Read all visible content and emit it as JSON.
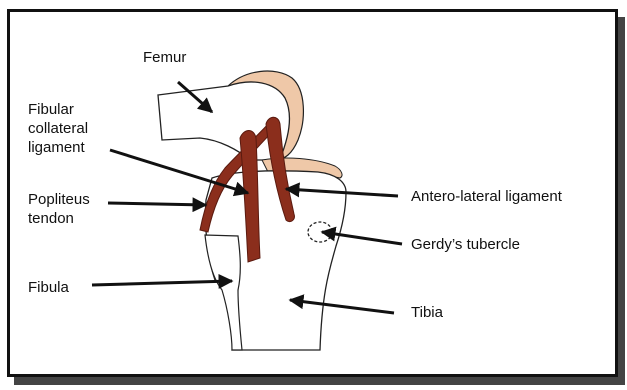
{
  "labels": {
    "femur": "Femur",
    "fibular_collateral_ligament": [
      "Fibular",
      "collateral",
      "ligament"
    ],
    "popliteus_tendon": [
      "Popliteus",
      "tendon"
    ],
    "fibula": "Fibula",
    "antero_lateral_ligament": "Antero-lateral ligament",
    "gerdys_tubercle": "Gerdy’s tubercle",
    "tibia": "Tibia"
  },
  "colors": {
    "ligament": "#8b2e1c",
    "ligament_dark": "#5a1a0f",
    "femur_condyle": "#efc8a8",
    "outline": "#222222",
    "arrow": "#111111"
  }
}
